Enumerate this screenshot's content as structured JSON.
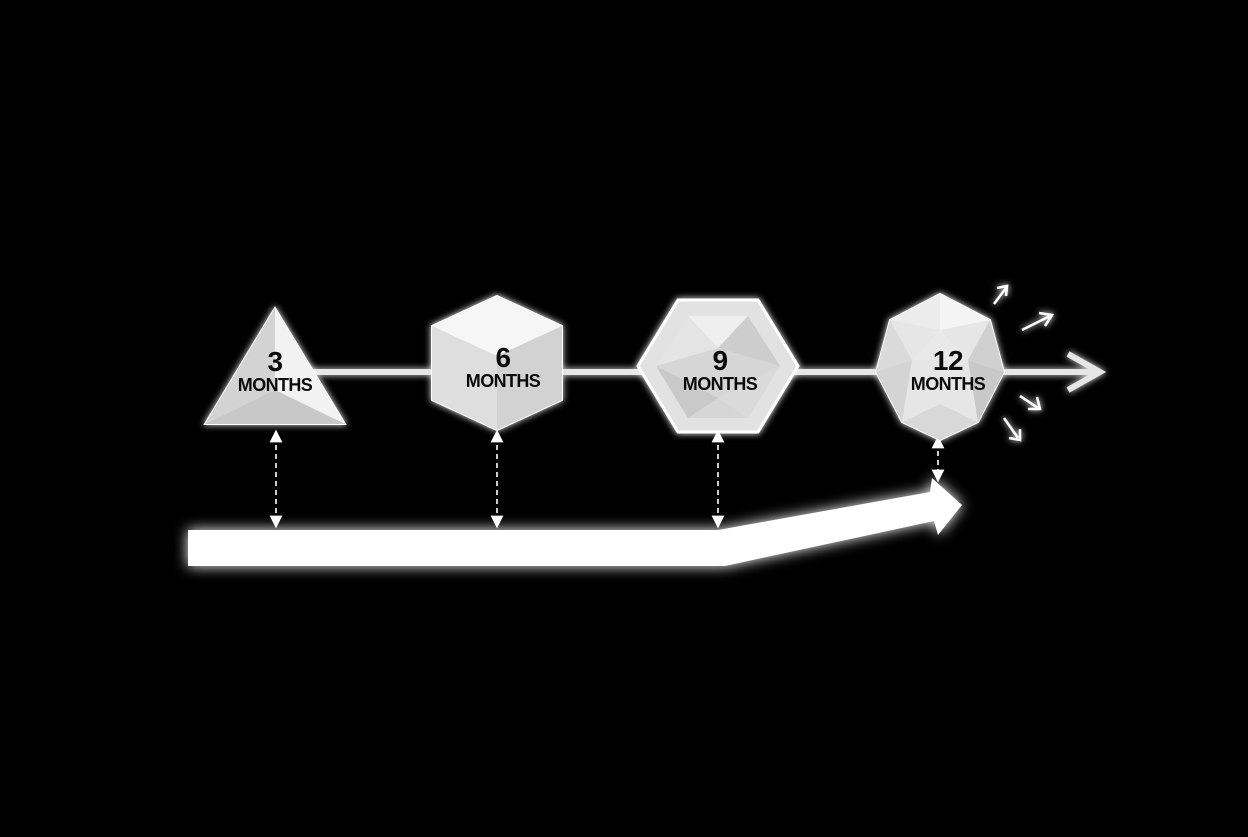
{
  "diagram": {
    "milestones": [
      {
        "number": "3",
        "unit": "MONTHS",
        "shape": "triangle-icon"
      },
      {
        "number": "6",
        "unit": "MONTHS",
        "shape": "cube-icon"
      },
      {
        "number": "9",
        "unit": "MONTHS",
        "shape": "hexagon-icon"
      },
      {
        "number": "12",
        "unit": "MONTHS",
        "shape": "icosahedron-icon"
      }
    ],
    "colors": {
      "background": "#000000",
      "shape_fill": "#e9e9e9",
      "glow": "#ffffff",
      "text": "#0b0b0b"
    }
  }
}
